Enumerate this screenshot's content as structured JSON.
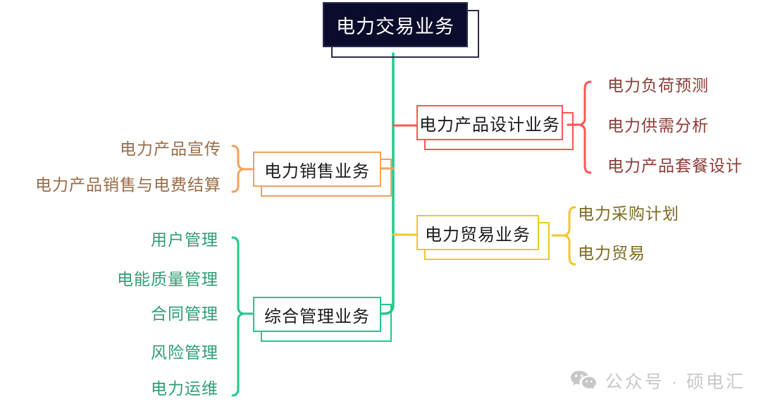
{
  "diagram": {
    "type": "mindmap",
    "title": "电力交易业务",
    "root": {
      "label": "电力交易业务",
      "fill": "#0b0b2b",
      "text_color": "#ffffff"
    },
    "trunk_color": "#1fc98a",
    "branches": [
      {
        "id": "product-design",
        "label": "电力产品设计业务",
        "color": "#ff5555",
        "leaf_color": "#8c3b35",
        "side": "right",
        "leaves": [
          "电力负荷预测",
          "电力供需分析",
          "电力产品套餐设计"
        ]
      },
      {
        "id": "sales",
        "label": "电力销售业务",
        "color": "#f0a35e",
        "leaf_color": "#9a6b45",
        "side": "left",
        "leaves": [
          "电力产品宣传",
          "电力产品销售与电费结算"
        ]
      },
      {
        "id": "trade",
        "label": "电力贸易业务",
        "color": "#ecc92b",
        "leaf_color": "#7c6a1e",
        "side": "right",
        "leaves": [
          "电力采购计划",
          "电力贸易"
        ]
      },
      {
        "id": "management",
        "label": "综合管理业务",
        "color": "#1fc98a",
        "leaf_color": "#2e9e72",
        "side": "left",
        "leaves": [
          "用户管理",
          "电能质量管理",
          "合同管理",
          "风险管理",
          "电力运维"
        ]
      }
    ]
  },
  "watermark": {
    "icon": "wechat-icon",
    "text": "公众号 · 硕电汇",
    "color": "#c7c7c7"
  }
}
